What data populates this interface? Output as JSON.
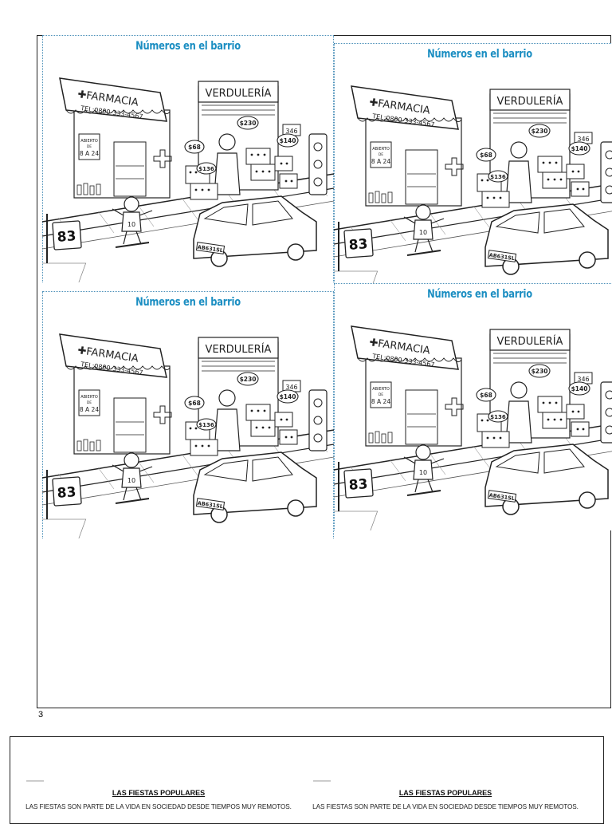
{
  "worksheet": {
    "card_title": "Números en el barrio",
    "scene": {
      "pharmacy_sign": "✚FARMACIA",
      "pharmacy_phone": "TEL:0800-333-4567",
      "pharmacy_hours_line1": "ABIERTO",
      "pharmacy_hours_line2": "DE",
      "pharmacy_hours_line3": "8 A 24",
      "greengrocer_sign": "VERDULERÍA",
      "price_1": "$230",
      "price_2": "$68",
      "price_3": "$136",
      "price_4": "$140",
      "door_number": "346",
      "child_shirt_number": "10",
      "street_number": "83",
      "license_plate": "AB631SL"
    },
    "page_number": "3"
  },
  "next_page": {
    "heading": "LAS FIESTAS POPULARES",
    "body": "LAS FIESTAS SON PARTE DE LA VIDA EN SOCIEDAD DESDE TIEMPOS MUY REMOTOS."
  }
}
